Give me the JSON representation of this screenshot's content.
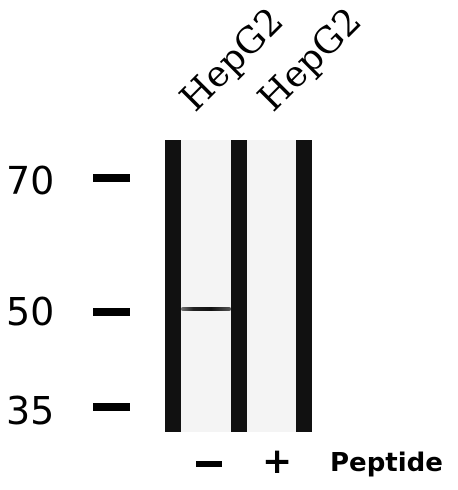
{
  "lanes": [
    {
      "label": "HepG2",
      "peptide": "−"
    },
    {
      "label": "HepG2",
      "peptide": "+"
    }
  ],
  "markers": [
    {
      "label": "70"
    },
    {
      "label": "50"
    },
    {
      "label": "35"
    }
  ],
  "treatment": {
    "label": "Peptide"
  }
}
